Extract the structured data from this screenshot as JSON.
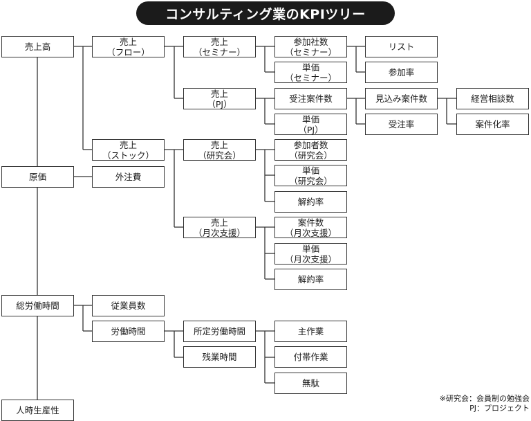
{
  "title": "コンサルティング業のKPIツリー",
  "nodes": {
    "root_sales": "売上高",
    "sales_flow": [
      "売上",
      "（フロー）"
    ],
    "sales_seminar": [
      "売上",
      "（セミナー）"
    ],
    "participants_seminar": [
      "参加社数",
      "（セミナー）"
    ],
    "list": "リスト",
    "unit_price_seminar": [
      "単価",
      "（セミナー）"
    ],
    "participation_rate": "参加率",
    "sales_pj": [
      "売上",
      "（PJ）"
    ],
    "orders_count": "受注案件数",
    "prospects": "見込み案件数",
    "consultations": "経営相談数",
    "unit_price_pj": [
      "単価",
      "（PJ）"
    ],
    "order_rate": "受注率",
    "conversion_rate": "案件化率",
    "sales_stock": [
      "売上",
      "（ストック）"
    ],
    "sales_study": [
      "売上",
      "（研究会）"
    ],
    "members_study": [
      "参加者数",
      "（研究会）"
    ],
    "unit_price_study": [
      "単価",
      "（研究会）"
    ],
    "churn_study": "解約率",
    "sales_monthly": [
      "売上",
      "（月次支援）"
    ],
    "cases_monthly": [
      "案件数",
      "（月次支援）"
    ],
    "unit_price_monthly": [
      "単価",
      "（月次支援）"
    ],
    "churn_monthly": "解約率",
    "cost": "原価",
    "outsourcing": "外注費",
    "total_hours": "総労働時間",
    "employees": "従業員数",
    "working_hours": "労働時間",
    "scheduled_hours": "所定労働時間",
    "overtime": "残業時間",
    "main_work": "主作業",
    "incidental_work": "付帯作業",
    "waste": "無駄",
    "productivity": "人時生産性"
  },
  "notes": [
    "※研究会：会員制の勉強会",
    "PJ：プロジェクト"
  ]
}
